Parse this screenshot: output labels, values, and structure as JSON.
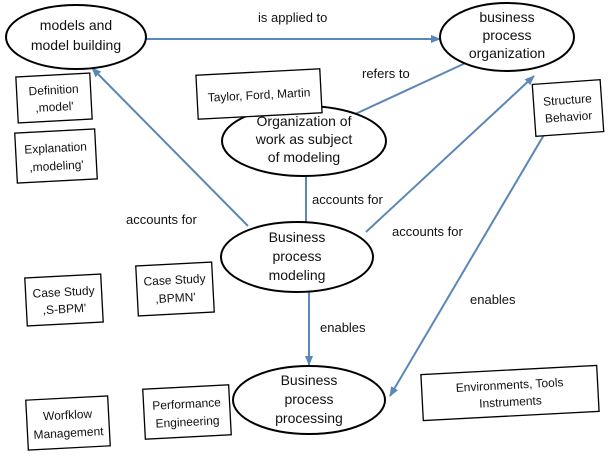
{
  "nodes": {
    "models": [
      "models and",
      "model building"
    ],
    "bpo": [
      "business",
      "process",
      "organization"
    ],
    "org_work": [
      "Organization of",
      "work as subject",
      "of modeling"
    ],
    "bpm": [
      "Business",
      "process",
      "modeling"
    ],
    "bpp": [
      "Business",
      "process",
      "processing"
    ]
  },
  "boxes": {
    "definition": [
      "Definition",
      ",model'"
    ],
    "explanation": [
      "Explanation",
      ",modeling'"
    ],
    "taylor": [
      "Taylor, Ford, Martin"
    ],
    "structure": [
      "Structure",
      "Behavior"
    ],
    "case_sbpm": [
      "Case Study",
      ",S-BPM'"
    ],
    "case_bpmn": [
      "Case Study",
      ",BPMN'"
    ],
    "workflow": [
      "Worfklow",
      "Management"
    ],
    "performance": [
      "Performance",
      "Engineering"
    ],
    "environments": [
      "Environments, Tools",
      "Instruments"
    ]
  },
  "edges": {
    "is_applied_to": "is applied to",
    "refers_to": "refers to",
    "accounts_for_left": "accounts for",
    "accounts_for_middle": "accounts for",
    "accounts_for_right": "accounts for",
    "enables_middle": "enables",
    "enables_right": "enables"
  },
  "colors": {
    "arrow": "#5b86b8",
    "outline": "#000000",
    "text": "#111111"
  }
}
